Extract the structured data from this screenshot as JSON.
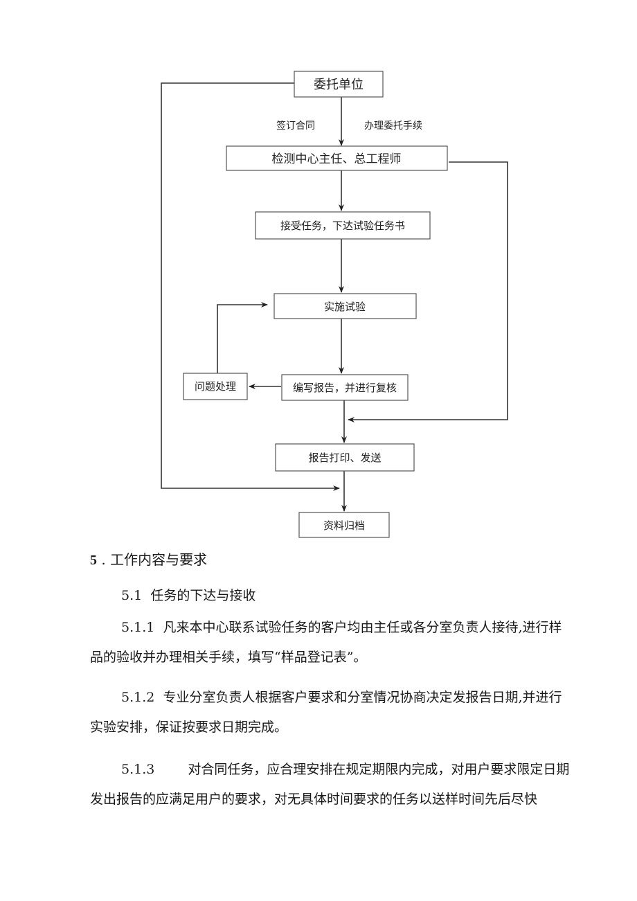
{
  "flowchart": {
    "nodes": {
      "client": "委托单位",
      "center": "检测中心主任、总工程师",
      "accept": "接受任务，下达试验任务书",
      "test": "实施试验",
      "report": "编写报告，并进行复核",
      "issue": "问题处理",
      "print": "报告打印、发送",
      "archive": "资料归档"
    },
    "labels": {
      "sign": "签订合同",
      "handle": "办理委托手续"
    }
  },
  "section": {
    "num": "5",
    "title": ". 工作内容与要求",
    "sub_num": "5.1",
    "sub_title": "任务的下达与接收"
  },
  "paragraphs": {
    "p511_num": "5.1.1",
    "p511_text": "凡来本中心联系试验任务的客户均由主任或各分室负责人接待,进行样品的验收并办理相关手续，填写“样品登记表”。",
    "p512_num": "5.1.2",
    "p512_text": "专业分室负责人根据客户要求和分室情况协商决定发报告日期,并进行实验安排，保证按要求日期完成。",
    "p513_num": "5.1.3",
    "p513_text": "对合同任务，应合理安排在规定期限内完成，对用户要求限定日期发出报告的应满足用户的要求，对无具体时间要求的任务以送样时间先后尽快"
  }
}
